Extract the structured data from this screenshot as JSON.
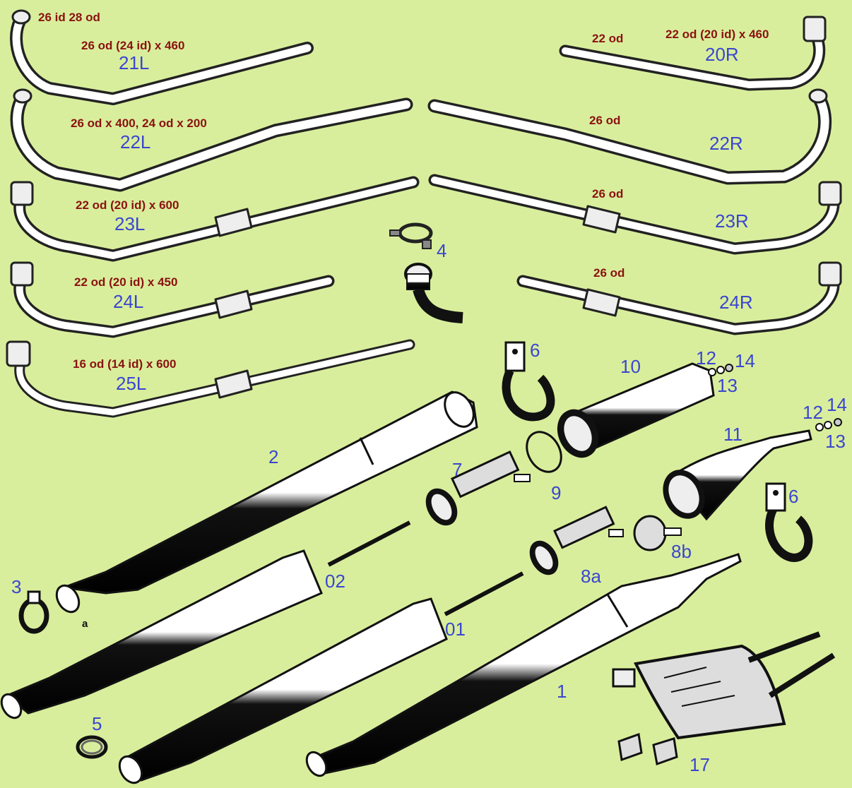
{
  "labels": {
    "p21L": "21L",
    "d21L": "26 od (24 id) x 460",
    "d21Lend": "26 id  28 od",
    "p20R": "20R",
    "d20R_a": "22 od",
    "d20R_b": "22 od (20 id) x 460",
    "p22L": "22L",
    "d22L": "26 od x 400,  24 od x 200",
    "p22R": "22R",
    "d22R": "26 od",
    "p23L": "23L",
    "d23L": "22 od (20 id) x 600",
    "p23R": "23R",
    "d23R": "26 od",
    "p24L": "24L",
    "d24L": "22 od (20 id) x 450",
    "p24R": "24R",
    "d24R": "26 od",
    "p25L": "25L",
    "d25L": "16 od (14 id) x 600",
    "p1": "1",
    "p2": "2",
    "p3": "3",
    "p4": "4",
    "p5": "5",
    "p6a": "6",
    "p6b": "6",
    "p7": "7",
    "p8a": "8a",
    "p8b": "8b",
    "p9": "9",
    "p10": "10",
    "p11": "11",
    "p12a": "12",
    "p13a": "13",
    "p14a": "14",
    "p12b": "12",
    "p13b": "13",
    "p14b": "14",
    "p17": "17",
    "p01": "01",
    "p02": "02",
    "pa": "a"
  },
  "colors": {
    "background": "#d9ee9c",
    "part_number": "#3a46d0",
    "dimension": "#8a1212"
  }
}
